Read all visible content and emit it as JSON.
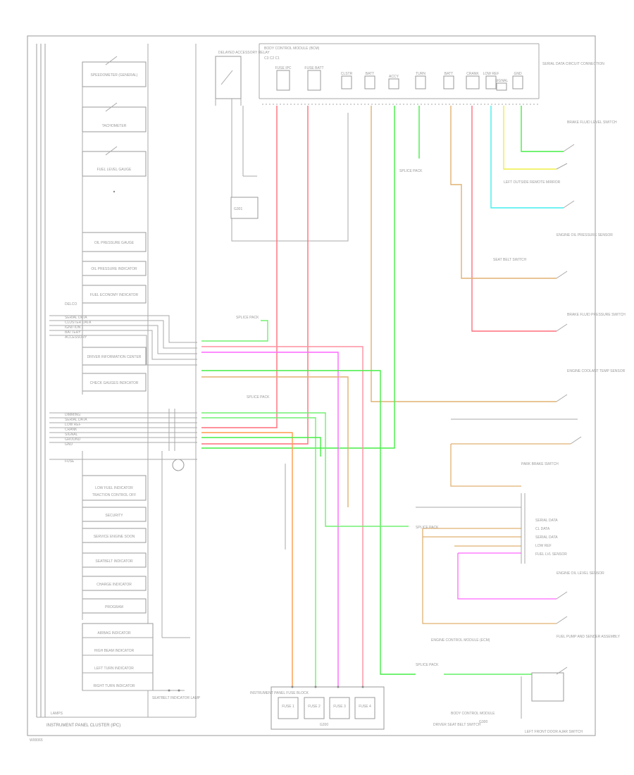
{
  "diagram": {
    "footer_id": "W00065",
    "cluster": {
      "title": "INSTRUMENT PANEL CLUSTER (IPC)",
      "lamps_label": "LAMPS",
      "items": [
        "SPEEDOMETER (GENERAL)",
        "TACHOMETER",
        "FUEL LEVEL GAUGE",
        "OIL PRESSURE GAUGE",
        "OIL PRESSURE INDICATOR",
        "FUEL ECONOMY INDICATOR",
        "DRIVER INFORMATION CENTER",
        "CHECK GAUGES INDICATOR",
        "LOW FUEL INDICATOR",
        "TRACTION CONTROL OFF",
        "SECURITY",
        "SERVICE ENGINE SOON",
        "SEATBELT INDICATOR",
        "CHARGE INDICATOR",
        "PROGRAM",
        "AIRBAG INDICATOR",
        "HIGH BEAM INDICATOR",
        "LEFT TURN INDICATOR",
        "RIGHT TURN INDICATOR",
        "SEATBELT INDICATOR LAMP"
      ],
      "left_signal_labels": [
        "DELCO",
        "SERIAL DATA",
        "CLUSTER DATA",
        "IGNITION 1",
        "BATTERY",
        "ACCESSORY",
        "DIMMING",
        "SERIAL DATA",
        "LOW REF",
        "CRANK",
        "SIGNAL",
        "GROUND",
        "GND",
        "FUSE"
      ]
    },
    "top_module": {
      "title": "BODY CONTROL MODULE (BCM)",
      "fuse_labels": [
        "FUSE IPC",
        "FUSE BATT",
        "CLSTR",
        "BATT",
        "ACCY",
        "TURN",
        "BATT",
        "CRANK",
        "LOW REF",
        "SIGNAL",
        "GND"
      ],
      "relay_label": "DELAYED ACCESSORY RELAY",
      "ground_label": "G301",
      "connector_label": "C3 C2 C1",
      "right_note": "SERIAL DATA CIRCUIT CONNECTION"
    },
    "splices": [
      "SPLICE PACK",
      "SPLICE PACK",
      "SPLICE PACK",
      "SPLICE PACK",
      "SPLICE PACK"
    ],
    "right_components": [
      "BRAKE FLUID LEVEL SWITCH",
      "LEFT OUTSIDE REMOTE MIRROR",
      "ENGINE OIL PRESSURE SENSOR",
      "SEAT BELT SWITCH",
      "BRAKE FLUID PRESSURE SWITCH",
      "ENGINE COOLANT TEMP SENSOR",
      "PARK BRAKE SWITCH",
      "ENGINE OIL LEVEL SENSOR",
      "FUEL PUMP AND SENDER ASSEMBLY",
      "ENGINE CONTROL MODULE (ECM)",
      "LEFT FRONT DOOR AJAR SWITCH",
      "DRIVER SEAT BELT SWITCH"
    ],
    "right_signal_labels": [
      "SERIAL DATA",
      "CL DATA",
      "SERIAL DATA",
      "LOW REF",
      "FUEL LVL SENSOR"
    ],
    "bottom_connector": {
      "label": "INSTRUMENT PANEL FUSE BLOCK",
      "pins": [
        "FUSE 1",
        "FUSE 2",
        "FUSE 3",
        "FUSE 4"
      ],
      "ground": "G200"
    },
    "bottom_right": {
      "label": "LEFT FRONT DOOR AJAR SWITCH",
      "ground": "G300",
      "note": "BODY CONTROL MODULE"
    },
    "wire_colors": {
      "red": "#ff6e7a",
      "pink": "#ff90a0",
      "orange": "#ff9a4a",
      "tan": "#e0b070",
      "green": "#44ee44",
      "light_green": "#70f070",
      "yellow": "#eeee44",
      "cyan": "#44eeee",
      "magenta": "#ff66ff",
      "gray": "#aaaaaa"
    }
  }
}
